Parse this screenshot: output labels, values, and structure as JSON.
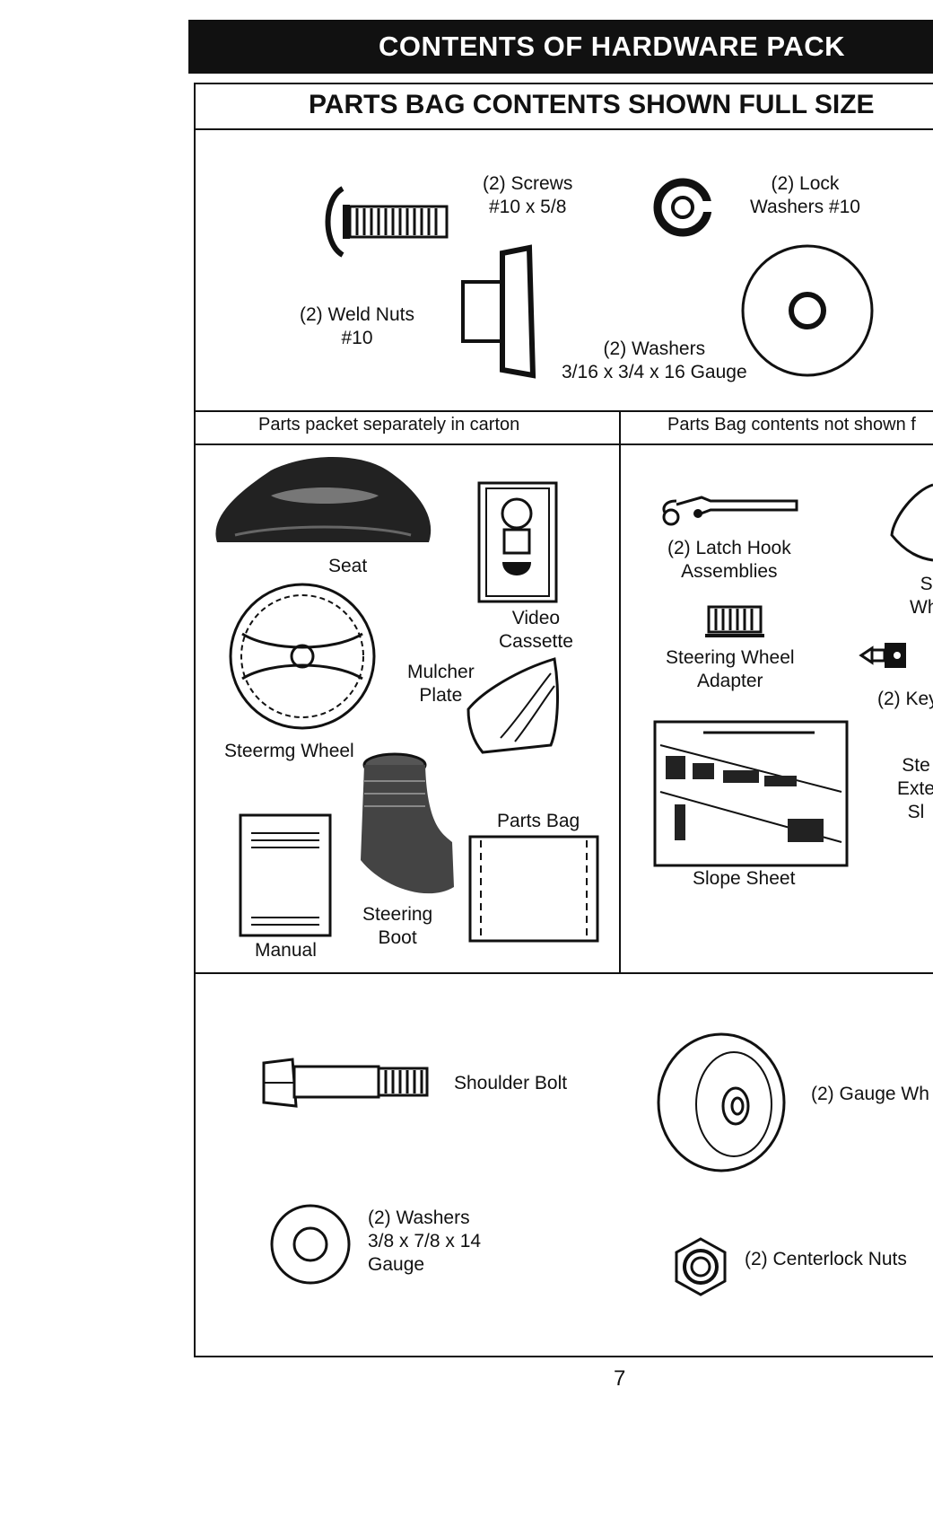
{
  "header": {
    "title": "CONTENTS OF HARDWARE PACK"
  },
  "full_size": {
    "title": "PARTS BAG CONTENTS SHOWN FULL SIZE",
    "screws": [
      "(2) Screws",
      "#10 x 5/8"
    ],
    "lock_washers": [
      "(2) Lock",
      "Washers #10"
    ],
    "weld_nuts": [
      "(2) Weld Nuts",
      "#10"
    ],
    "washers": [
      "(2) Washers",
      "3/16 x 3/4 x 16 Gauge"
    ]
  },
  "left_panel": {
    "title": "Parts packet separately in carton",
    "seat": "Seat",
    "video": [
      "Video",
      "Cassette"
    ],
    "mulcher": [
      "Mulcher",
      "Plate"
    ],
    "steering_wheel": "Steermg Wheel",
    "parts_bag": "Parts Bag",
    "manual": "Manual",
    "steering_boot": [
      "Steering",
      "Boot"
    ]
  },
  "right_panel": {
    "title": "Parts Bag contents not shown f",
    "latch_hook": [
      "(2) Latch Hook",
      "Assemblies"
    ],
    "steering_adapter": [
      "Steering Wheel",
      "Adapter"
    ],
    "slope_sheet": "Slope Sheet",
    "cut_st": [
      "St",
      "Whe"
    ],
    "cut_key": "(2) Key",
    "cut_ext": [
      "Ste",
      "Exte",
      "Sl"
    ]
  },
  "bottom": {
    "shoulder_bolt": "Shoulder Bolt",
    "gauge_wheels": "(2) Gauge Wh",
    "washers": [
      "(2) Washers",
      "3/8 x 7/8 x 14",
      "Gauge"
    ],
    "centerlock_nuts": "(2) Centerlock Nuts"
  },
  "page_number": "7",
  "icons": [
    "screw-icon",
    "lock-washer-icon",
    "weld-nut-icon",
    "flat-washer-icon",
    "seat-icon",
    "video-cassette-icon",
    "steering-wheel-icon",
    "mulcher-plate-icon",
    "steering-boot-icon",
    "manual-icon",
    "parts-bag-icon",
    "latch-hook-icon",
    "steering-adapter-icon",
    "slope-sheet-icon",
    "shoulder-bolt-icon",
    "gauge-wheel-icon",
    "small-washer-icon",
    "centerlock-nut-icon",
    "key-icon"
  ]
}
